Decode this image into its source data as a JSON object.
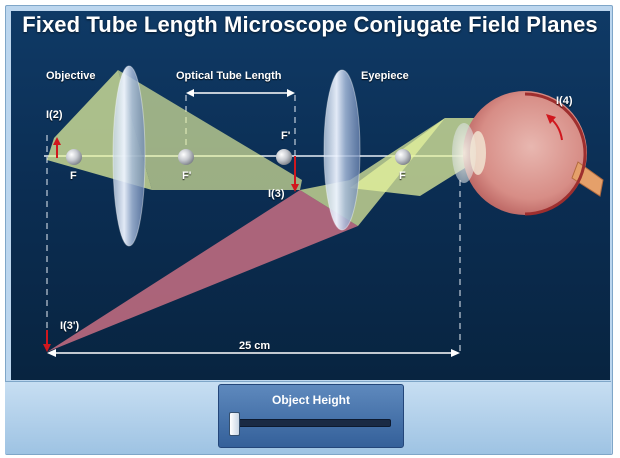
{
  "title": "Fixed Tube Length Microscope Conjugate Field Planes",
  "labels": {
    "objective": "Objective",
    "tube_length": "Optical Tube Length",
    "eyepiece": "Eyepiece",
    "obj_image": "I(2)",
    "int_image": "I(3)",
    "retina_image": "I(4)",
    "virtual_image": "I(3')",
    "focal_f": "F",
    "focal_f_prime": "F'",
    "distance": "25 cm"
  },
  "control": {
    "label": "Object Height",
    "value": 0
  },
  "colors": {
    "background": "#0d3258",
    "light_cone": "#e9f59e",
    "virtual_cone": "#c86e82",
    "arrow": "#d0171e",
    "frame": "#bcd6ee"
  }
}
